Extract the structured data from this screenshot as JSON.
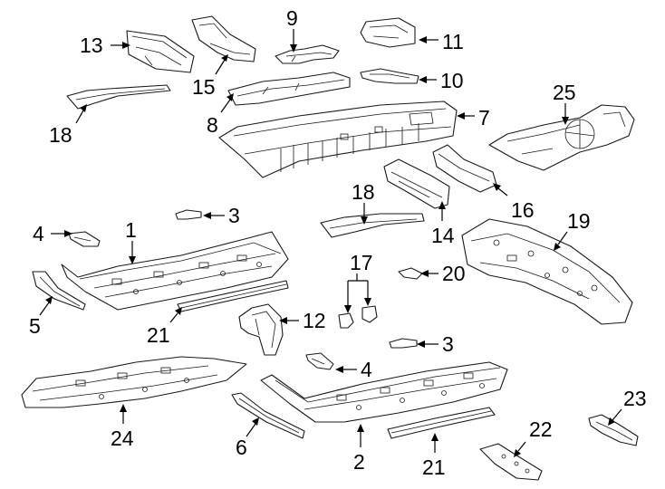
{
  "diagram": {
    "callouts": {
      "c1": "1",
      "c2": "2",
      "c3a": "3",
      "c3b": "3",
      "c4a": "4",
      "c4b": "4",
      "c5": "5",
      "c6": "6",
      "c7": "7",
      "c8": "8",
      "c9": "9",
      "c10": "10",
      "c11": "11",
      "c12": "12",
      "c13": "13",
      "c14": "14",
      "c15": "15",
      "c16": "16",
      "c17": "17",
      "c18a": "18",
      "c18b": "18",
      "c19": "19",
      "c20": "20",
      "c21a": "21",
      "c21b": "21",
      "c22": "22",
      "c23": "23",
      "c24": "24",
      "c25": "25"
    }
  }
}
